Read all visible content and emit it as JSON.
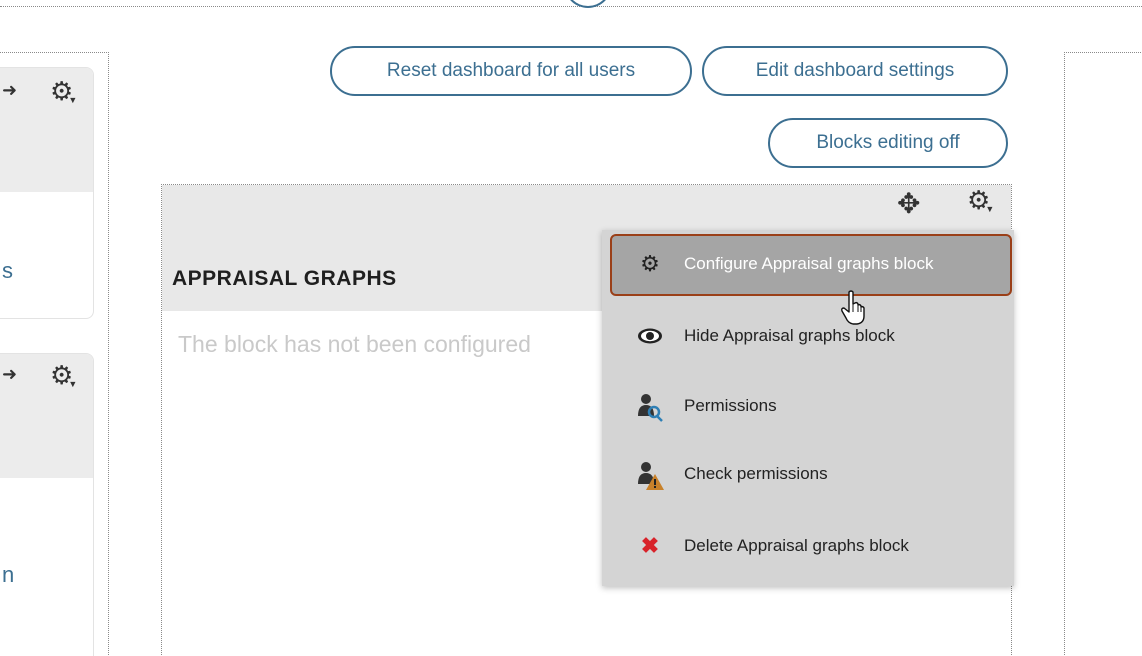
{
  "toolbar": {
    "reset_label": "Reset dashboard for all users",
    "settings_label": "Edit dashboard settings",
    "editing_label": "Blocks editing off"
  },
  "left_column": {
    "card1_fragment": "s",
    "card2_fragment": "n"
  },
  "block": {
    "title": "APPRAISAL GRAPHS",
    "message": "The block has not been configured"
  },
  "menu": {
    "items": [
      {
        "label": "Configure Appraisal graphs block",
        "icon": "gear-icon"
      },
      {
        "label": "Hide Appraisal graphs block",
        "icon": "eye-icon"
      },
      {
        "label": "Permissions",
        "icon": "user-key-icon"
      },
      {
        "label": "Check permissions",
        "icon": "user-warning-icon"
      },
      {
        "label": "Delete Appraisal graphs block",
        "icon": "delete-icon"
      }
    ]
  },
  "colors": {
    "accent": "#3c6f91",
    "highlight_border": "#9a3f18",
    "delete": "#d8232a"
  }
}
